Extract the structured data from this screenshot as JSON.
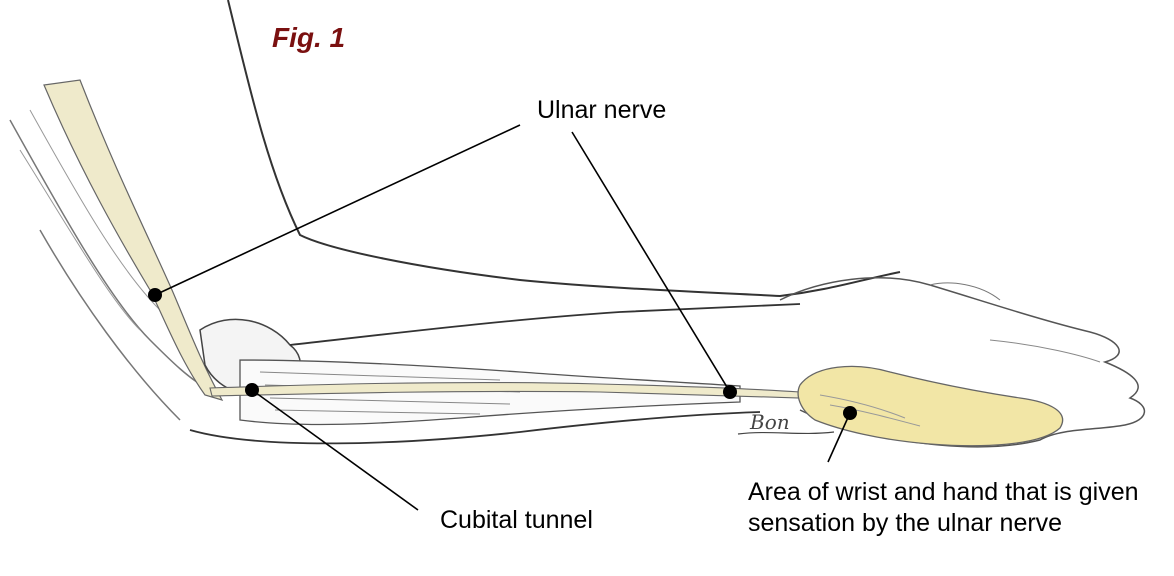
{
  "figure": {
    "title": "Fig. 1",
    "title_color": "#7a1010"
  },
  "labels": {
    "ulnar_nerve": "Ulnar nerve",
    "cubital_tunnel": "Cubital tunnel",
    "sensation_area": "Area of wrist and hand that is given sensation by the ulnar nerve"
  },
  "signature": "Bon",
  "colors": {
    "nerve_fill": "#efeacb",
    "sensation_area_fill": "#f2e6a6",
    "line": "#000000",
    "outline": "#555555"
  }
}
